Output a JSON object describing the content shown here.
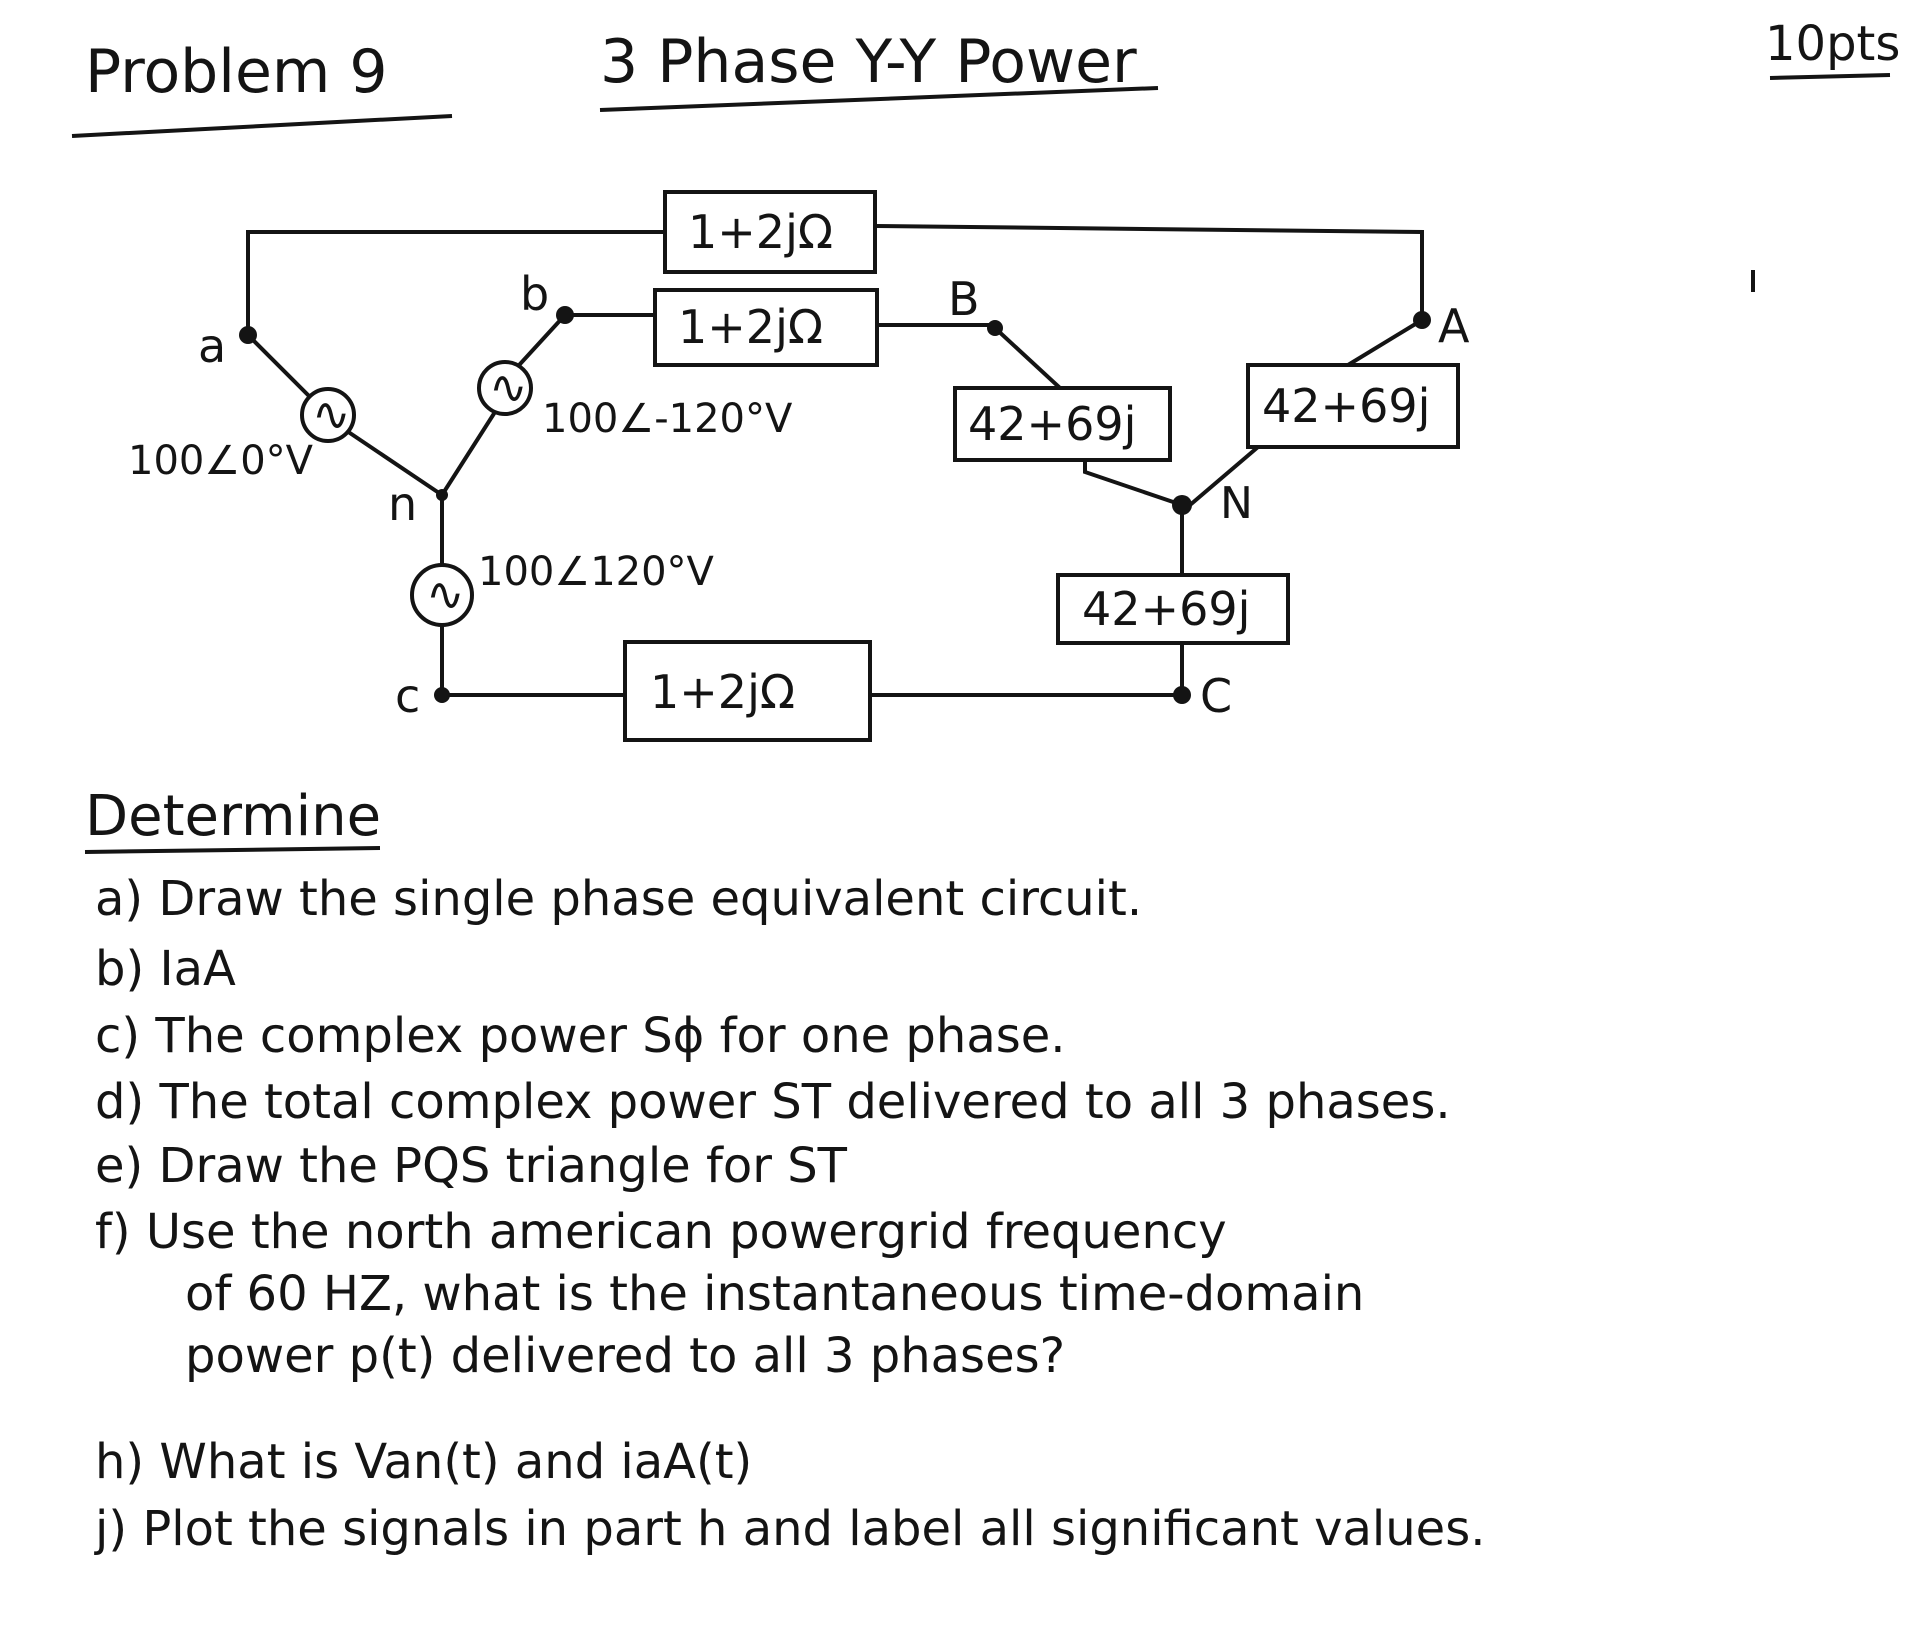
{
  "header": {
    "problem_title": "Problem 9",
    "topic_title": "3 Phase Y-Y Power",
    "points": "10pts"
  },
  "circuit": {
    "source_nodes": {
      "a": "a",
      "b": "b",
      "c": "c",
      "n": "n"
    },
    "load_nodes": {
      "A": "A",
      "B": "B",
      "C": "C",
      "N": "N"
    },
    "sources": {
      "a": "100∠0°V",
      "b": "100∠-120°V",
      "c": "100∠120°V"
    },
    "line_impedances": {
      "a": "1+2jΩ",
      "b": "1+2jΩ",
      "c": "1+2jΩ"
    },
    "load_impedances": {
      "A": "42+69j",
      "B": "42+69j",
      "C": "42+69j"
    },
    "source_symbol": "∿"
  },
  "questions": {
    "heading": "Determine",
    "a": "a) Draw the single phase equivalent circuit.",
    "b": "b) IaA",
    "c": "c) The complex power Sϕ for one phase.",
    "d": "d) The total complex power ST delivered to all 3 phases.",
    "e": "e) Draw the PQS triangle for ST",
    "f1": "f) Use the north american powergrid frequency",
    "f2": "of 60 HZ, what is the instantaneous time-domain",
    "f3": "power p(t) delivered to all 3 phases?",
    "h": "h) What is Van(t) and iaA(t)",
    "j": "j) Plot the signals in part h and label all significant values."
  }
}
